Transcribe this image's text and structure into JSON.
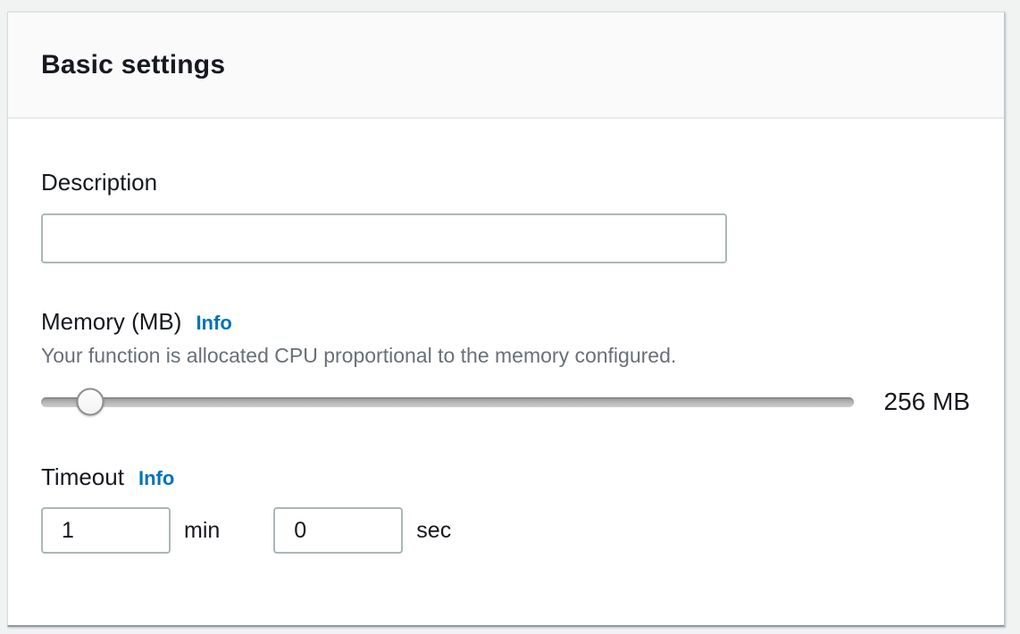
{
  "panel": {
    "title": "Basic settings"
  },
  "description": {
    "label": "Description",
    "value": ""
  },
  "memory": {
    "label": "Memory (MB)",
    "info_label": "Info",
    "helper": "Your function is allocated CPU proportional to the memory configured.",
    "value_display": "256 MB",
    "slider_percent": 6
  },
  "timeout": {
    "label": "Timeout",
    "info_label": "Info",
    "minutes_value": "1",
    "minutes_unit": "min",
    "seconds_value": "0",
    "seconds_unit": "sec"
  },
  "colors": {
    "link_blue": "#0073bb",
    "label_text": "#16191f",
    "helper_text": "#687078",
    "input_border": "#aab7b8",
    "header_bg": "#fafafa"
  }
}
